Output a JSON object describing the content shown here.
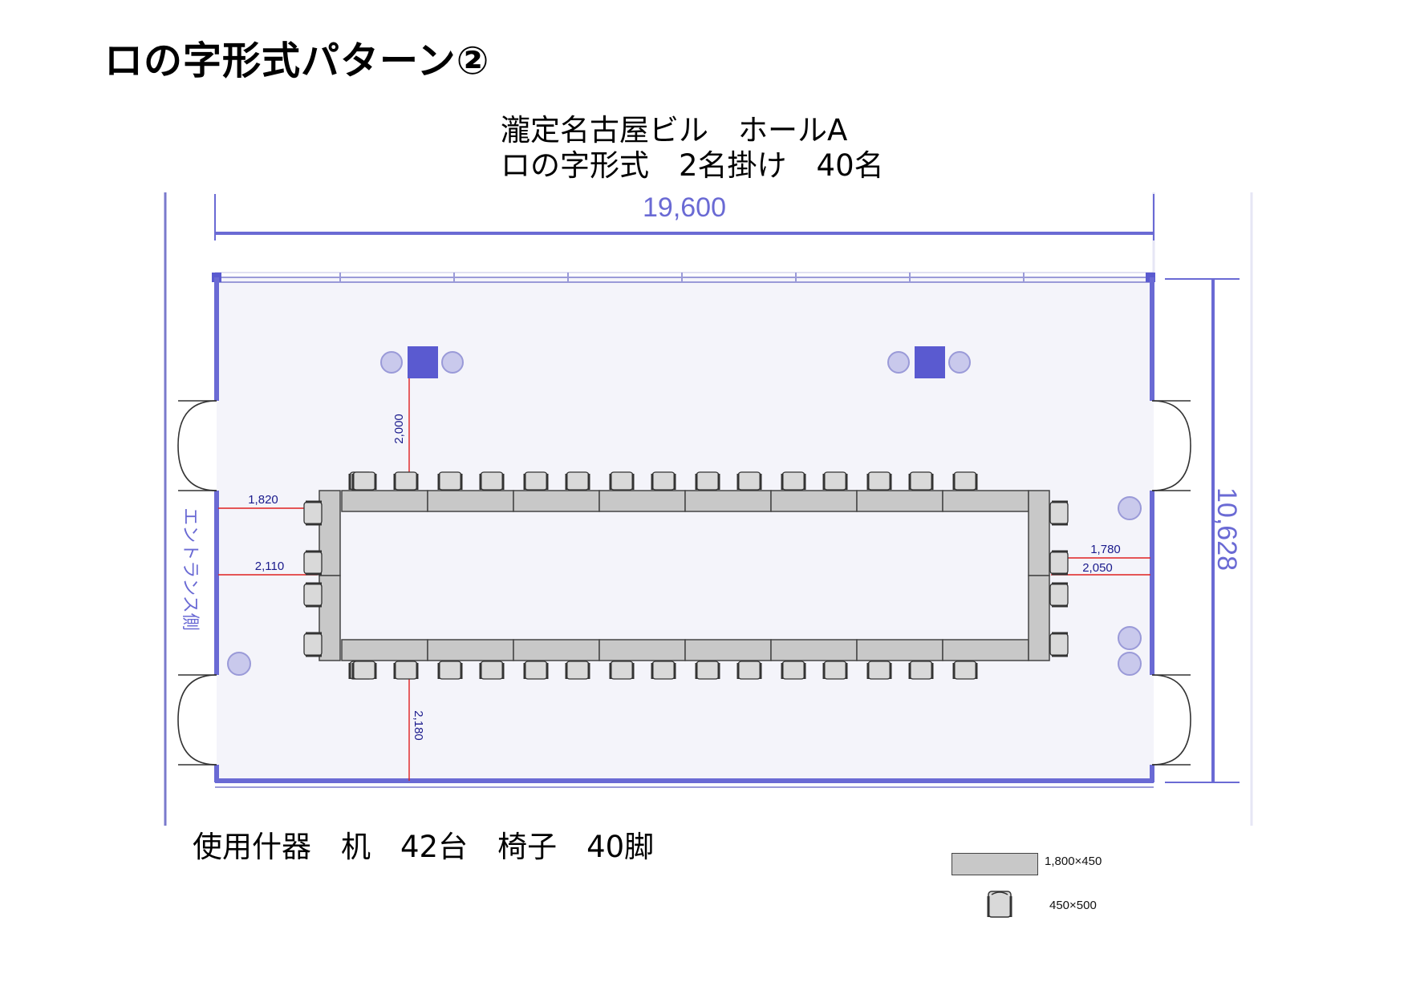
{
  "title": "ロの字形式パターン②",
  "subtitle": {
    "line1": "瀧定名古屋ビル　ホールA",
    "line2": "ロの字形式　2名掛け　40名"
  },
  "equipment_text": "使用什器　机　42台　椅子　40脚",
  "dimensions": {
    "width": "19,600",
    "depth": "10,628",
    "top_gap": "2,000",
    "bottom_gap": "2,180",
    "left_upper": "1,820",
    "left_lower": "2,110",
    "right_upper": "1,780",
    "right_lower": "2,050"
  },
  "entrance_label": "エントランス側",
  "legend": {
    "table_label": "1,800×450",
    "chair_label": "450×500"
  },
  "colors": {
    "wall": "#6a6ad4",
    "floor": "#f4f4fa",
    "table": "#c8c8c8",
    "chair": "#d9d9d9",
    "measure": "#e02020",
    "dim_text": "#1a1a8c",
    "fixture": "#c9c9ec",
    "lectern": "#5a5ad0"
  }
}
